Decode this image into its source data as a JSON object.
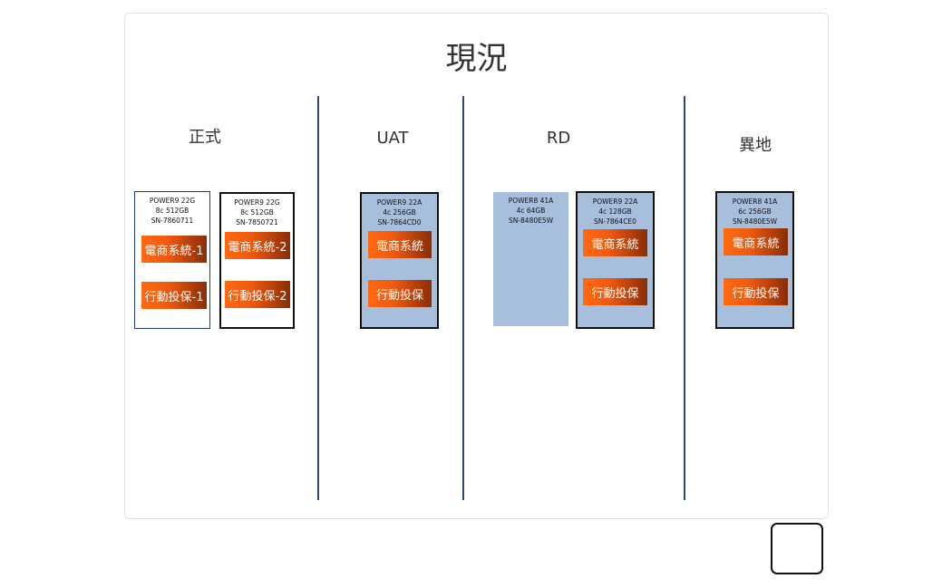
{
  "title": "現況",
  "sections": [
    {
      "label": "正式"
    },
    {
      "label": "UAT"
    },
    {
      "label": "RD"
    },
    {
      "label": "異地"
    }
  ],
  "servers": [
    {
      "spec": "POWER9 22G\n8c 512GB\nSN-7860711",
      "systems": [
        "電商系統-1",
        "行動投保-1"
      ]
    },
    {
      "spec": "POWER9 22G\n8c 512GB\nSN-7850721",
      "systems": [
        "電商系統-2",
        "行動投保-2"
      ]
    },
    {
      "spec": "POWER9 22A\n4c 256GB\nSN-7864CD0",
      "systems": [
        "電商系統",
        "行動投保"
      ]
    },
    {
      "spec": "POWER8 41A\n4c 64GB\nSN-8480E5W",
      "systems": []
    },
    {
      "spec": "POWER9 22A\n4c 128GB\nSN-7864CE0",
      "systems": [
        "電商系統",
        "行動投保"
      ]
    },
    {
      "spec": "POWER8 41A\n6c 256GB\nSN-8480E5W",
      "systems": [
        "電商系統",
        "行動投保"
      ]
    }
  ],
  "colors": {
    "divider": "#2d4a6e",
    "server_blue": "#a7bfdd",
    "system_orange": "#ff6a10",
    "system_dark": "#8a2d06"
  }
}
